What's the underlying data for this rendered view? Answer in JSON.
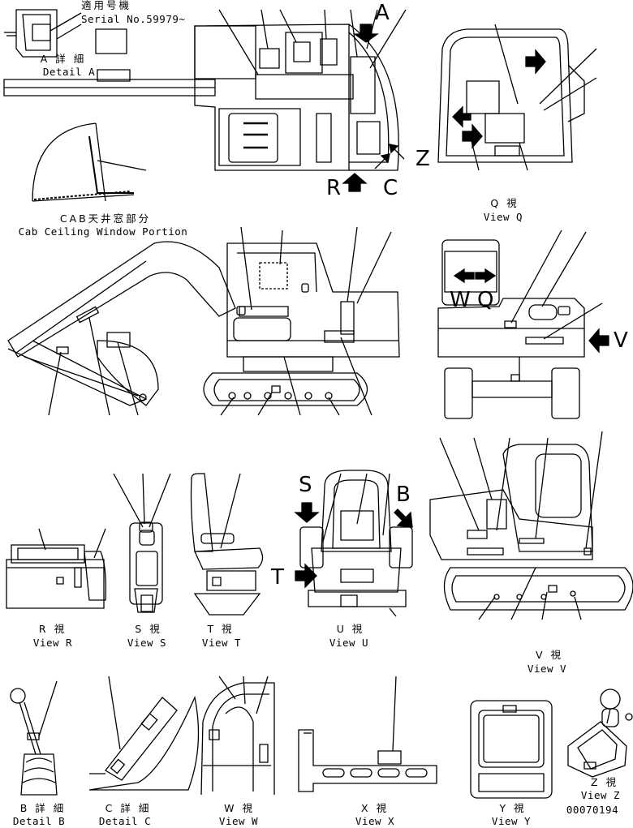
{
  "header": {
    "applicable_jp": "適用号機",
    "serial": "Serial No.59979~"
  },
  "top_views": {
    "detail_a_jp": "A 詳 細",
    "detail_a_en": "Detail A",
    "cab_ceiling_jp": "CAB天井窓部分",
    "cab_ceiling_en": "Cab Ceiling Window Portion",
    "letter_a": "A",
    "letter_r": "R",
    "letter_c": "C",
    "letter_z": "Z",
    "view_q_jp": "Q 視",
    "view_q_en": "View Q"
  },
  "middle_views": {
    "letter_w": "W",
    "letter_q": "Q",
    "letter_v": "V"
  },
  "lower_views": {
    "view_r_jp": "R 視",
    "view_r_en": "View R",
    "view_s_jp": "S 視",
    "view_s_en": "View S",
    "view_t_jp": "T 視",
    "view_t_en": "View T",
    "view_u_jp": "U 視",
    "view_u_en": "View U",
    "view_v_jp": "V 視",
    "view_v_en": "View V",
    "letter_s": "S",
    "letter_b": "B",
    "letter_t": "T"
  },
  "bottom_views": {
    "detail_b_jp": "B 詳 細",
    "detail_b_en": "Detail B",
    "detail_c_jp": "C 詳 細",
    "detail_c_en": "Detail C",
    "view_w_jp": "W 視",
    "view_w_en": "View W",
    "view_x_jp": "X 視",
    "view_x_en": "View X",
    "view_y_jp": "Y 視",
    "view_y_en": "View Y",
    "view_z_jp": "Z 視",
    "view_z_en": "View Z",
    "drawing_number": "00070194"
  }
}
